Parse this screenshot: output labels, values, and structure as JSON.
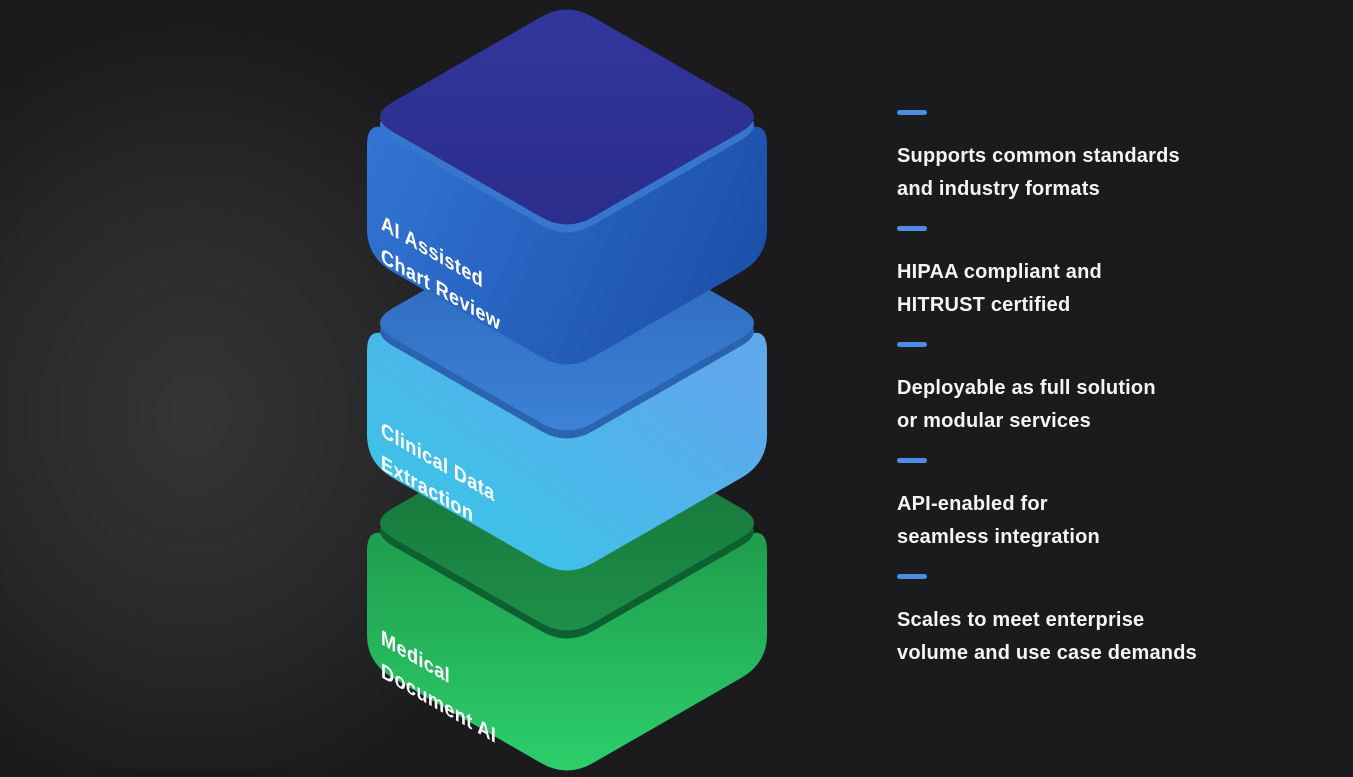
{
  "background_color": "#1b1b1d",
  "accent_color": "#4a8fe2",
  "stack": {
    "layers": [
      {
        "id": "ai-assisted-chart-review",
        "line1": "AI Assisted",
        "line2": "Chart Review",
        "colors": {
          "top_start": "#33369c",
          "top_end": "#2a2d8b",
          "side_start": "#3274d3",
          "side_end": "#1b4ea8",
          "rim": "#3677cd"
        }
      },
      {
        "id": "clinical-data-extraction",
        "line1": "Clinical Data",
        "line2": "Extraction",
        "colors": {
          "top_start": "#2a63b3",
          "top_end": "#3d83d8",
          "side_start": "#60a7ec",
          "side_end": "#3ec2e8",
          "rim": "#2a63b0"
        }
      },
      {
        "id": "medical-document-ai",
        "line1": "Medical",
        "line2": "Document AI",
        "colors": {
          "top_start": "#146e37",
          "top_end": "#1e9149",
          "side_start": "#1f9e4d",
          "side_end": "#2ed16d",
          "rim": "#0d6130"
        }
      }
    ]
  },
  "features": [
    {
      "line1": "Supports common standards",
      "line2": "and industry formats"
    },
    {
      "line1": "HIPAA compliant and",
      "line2": "HITRUST certified"
    },
    {
      "line1": "Deployable as full solution",
      "line2": "or modular services"
    },
    {
      "line1": "API-enabled for",
      "line2": "seamless integration"
    },
    {
      "line1": "Scales to meet enterprise",
      "line2": "volume and use case demands"
    }
  ]
}
